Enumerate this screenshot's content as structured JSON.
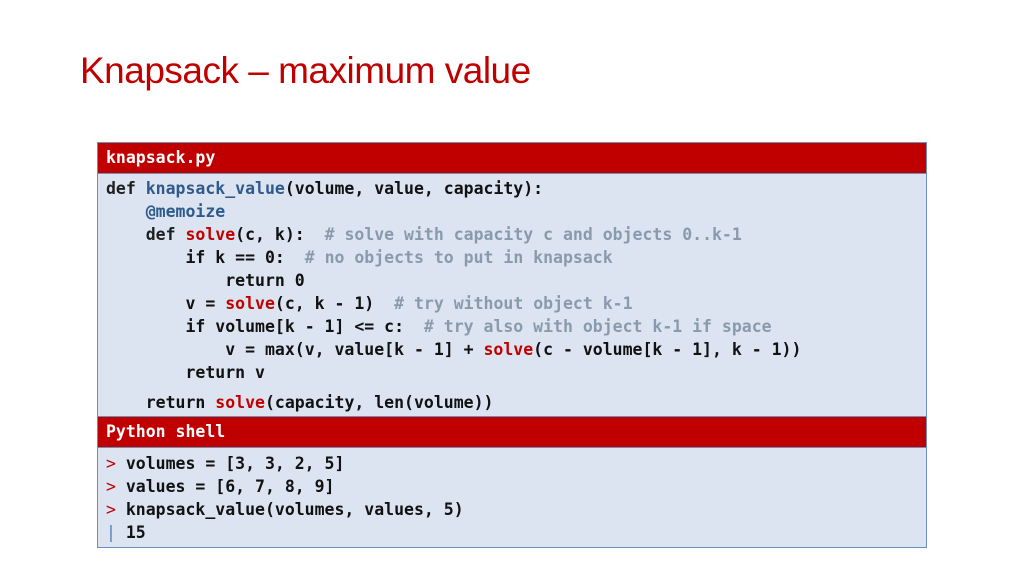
{
  "title": "Knapsack – maximum value",
  "code_panel": {
    "filename": "knapsack.py",
    "lines": {
      "l1": {
        "kw": "def ",
        "fn": "knapsack_value",
        "rest": "(volume, value, capacity):"
      },
      "l2": {
        "indent": "    ",
        "dec": "@memoize"
      },
      "l3": {
        "indent": "    ",
        "kw": "def ",
        "call": "solve",
        "rest": "(c, k):  ",
        "cmt": "# solve with capacity c and objects 0..k-1"
      },
      "l4": {
        "indent": "        ",
        "code": "if k == 0:  ",
        "cmt": "# no objects to put in knapsack"
      },
      "l5": {
        "indent": "            ",
        "code": "return 0"
      },
      "l6": {
        "indent": "        ",
        "pre": "v = ",
        "call": "solve",
        "rest": "(c, k - 1)  ",
        "cmt": "# try without object k-1"
      },
      "l7": {
        "indent": "        ",
        "code": "if volume[k - 1] <= c:  ",
        "cmt": "# try also with object k-1 if space"
      },
      "l8": {
        "indent": "            ",
        "pre": "v = max(v, value[k - 1] + ",
        "call": "solve",
        "rest": "(c - volume[k - 1], k - 1))"
      },
      "l9": {
        "indent": "        ",
        "code": "return v"
      },
      "l10": {
        "indent": "    ",
        "pre": "return ",
        "call": "solve",
        "rest": "(capacity, len(volume))"
      }
    }
  },
  "shell_panel": {
    "header": "Python shell",
    "prompt_symbol": ">",
    "result_symbol": "|",
    "inputs": [
      "volumes = [3, 3, 2, 5]",
      "values = [6, 7, 8, 9]",
      "knapsack_value(volumes, values, 5)"
    ],
    "output": "15"
  },
  "colors": {
    "accent": "#c00000",
    "panel_bg": "#dbe4f0",
    "function_name": "#2f5a8c",
    "comment": "#8a9aad"
  }
}
